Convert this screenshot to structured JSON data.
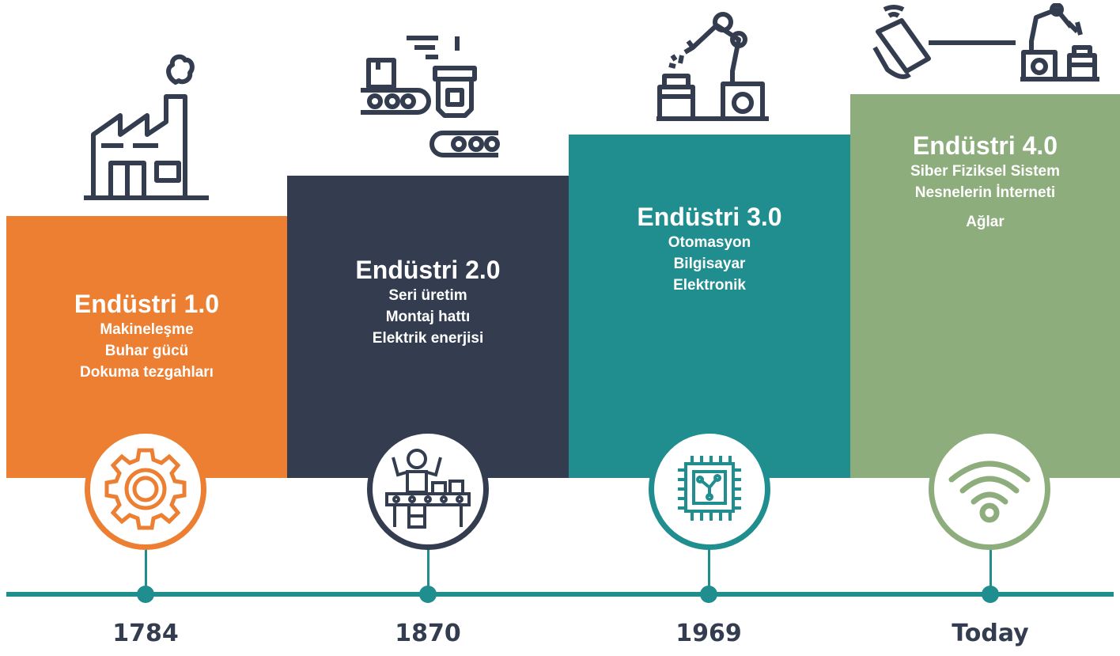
{
  "eras": [
    {
      "title": "Endüstri 1.0",
      "lines": [
        "Makineleşme",
        "Buhar gücü",
        "Dokuma tezgahları"
      ],
      "year": "1784",
      "color": "#ec7f32",
      "icon": "gear-icon"
    },
    {
      "title": "Endüstri 2.0",
      "lines": [
        "Seri üretim",
        "Montaj hattı",
        "Elektrik enerjisi"
      ],
      "year": "1870",
      "color": "#333d4f",
      "icon": "assembly-worker-icon"
    },
    {
      "title": "Endüstri 3.0",
      "lines": [
        "Otomasyon",
        "Bilgisayar",
        "Elektronik"
      ],
      "year": "1969",
      "color": "#208d8f",
      "icon": "microchip-icon"
    },
    {
      "title": "Endüstri 4.0",
      "lines": [
        "Siber Fiziksel Sistem",
        "Nesnelerin İnterneti",
        "Ağlar"
      ],
      "year": "Today",
      "color": "#8dad7d",
      "icon": "wifi-icon"
    }
  ],
  "timeline_color": "#208d8f",
  "top_icons": [
    "factory-icon",
    "conveyor-machine-icon",
    "robot-arm-icon",
    "smartphone-robot-icon"
  ]
}
